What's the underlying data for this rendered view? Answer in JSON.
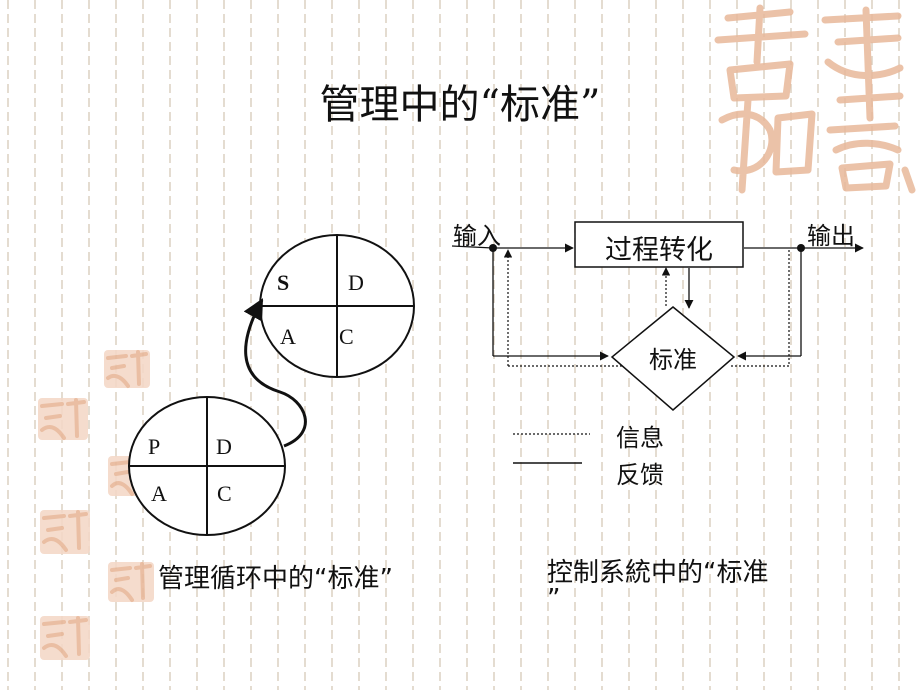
{
  "slide": {
    "title": "管理中的“标准”",
    "pdca_diagram": {
      "upper_circle": {
        "top_left": "S",
        "top_right": "D",
        "bottom_left": "A",
        "bottom_right": "C"
      },
      "lower_circle": {
        "top_left": "P",
        "top_right": "D",
        "bottom_left": "A",
        "bottom_right": "C"
      },
      "caption": "管理循环中的“标准”"
    },
    "control_diagram": {
      "input_label": "输入",
      "output_label": "输出",
      "process_box": "过程转化",
      "standard_diamond": "标准",
      "legend": {
        "dotted_line_label": "信息",
        "solid_line_label": "反馈"
      },
      "caption_line1": "控制系統中的“标准",
      "caption_line2": "”"
    }
  },
  "decoration": {
    "stamp_color": "#e8b89a",
    "stripe_color": "#d9cdbd"
  }
}
